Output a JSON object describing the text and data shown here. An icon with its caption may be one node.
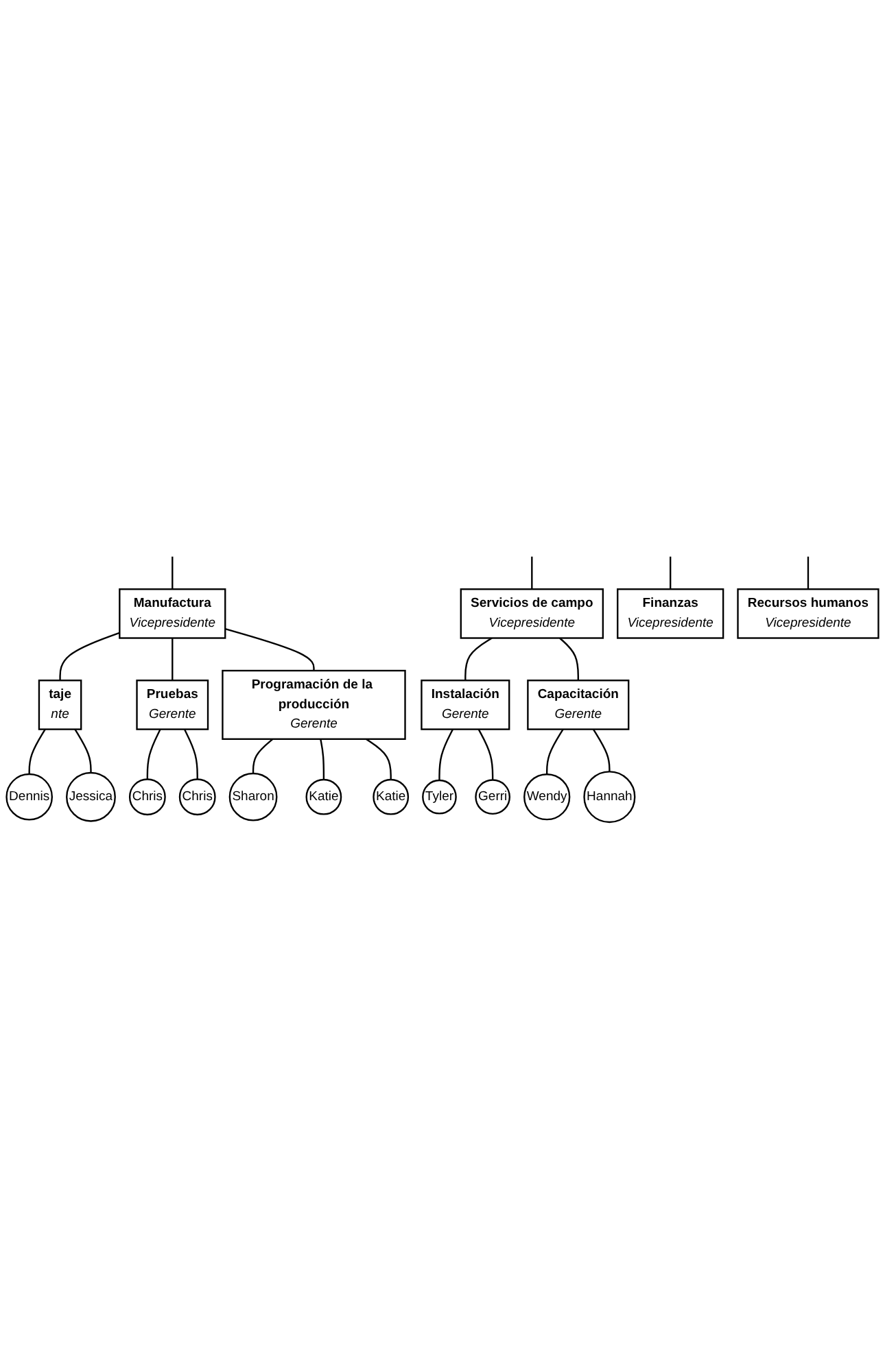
{
  "diagram": {
    "nodes": [
      {
        "text": [
          "Finanzas",
          "Vicepresidente"
        ]
      },
      {
        "text": [
          "Recursos humanos",
          "Vicepresidente"
        ]
      },
      {
        "text": [
          "Manufactura",
          "Vicepresidente"
        ]
      },
      {
        "text": [
          "Servicios de campo",
          "Vicepresidente"
        ]
      },
      {
        "text": [
          "taje",
          "nte"
        ]
      },
      {
        "text": [
          "Pruebas",
          "Gerente"
        ]
      },
      {
        "text": [
          "Programación de la producción",
          "Gerente"
        ]
      },
      {
        "text": [
          "Instalación",
          "Gerente"
        ]
      },
      {
        "text": [
          "Capacitación",
          "Gerente"
        ]
      },
      {
        "text": [
          "Dennis"
        ]
      },
      {
        "text": [
          "Chris"
        ]
      },
      {
        "text": [
          "Sharon"
        ]
      },
      {
        "text": [
          "Tyler"
        ]
      },
      {
        "text": [
          "Jessica"
        ]
      },
      {
        "text": [
          "Chris"
        ]
      },
      {
        "text": [
          "Katie"
        ]
      },
      {
        "text": [
          "Gerri"
        ]
      },
      {
        "text": [
          "Wendy"
        ]
      },
      {
        "text": [
          "Katie"
        ]
      },
      {
        "text": [
          "Hannah"
        ]
      }
    ],
    "edges": [
      {
        "from": null,
        "to": 0,
        "arrow": "none"
      },
      {
        "from": null,
        "to": 1,
        "arrow": "none"
      },
      {
        "from": null,
        "to": 2,
        "arrow": "none"
      },
      {
        "from": null,
        "to": 3,
        "arrow": "none"
      },
      {
        "from": 2,
        "to": 4,
        "arrow": "none"
      },
      {
        "from": 2,
        "to": 5,
        "arrow": "none"
      },
      {
        "from": 2,
        "to": 6,
        "arrow": "none"
      },
      {
        "from": 3,
        "to": 7,
        "arrow": "none"
      },
      {
        "from": 3,
        "to": 8,
        "arrow": "none"
      },
      {
        "from": 4,
        "to": 9,
        "arrow": "none"
      },
      {
        "from": 4,
        "to": 13,
        "arrow": "none"
      },
      {
        "from": 5,
        "to": 10,
        "arrow": "none"
      },
      {
        "from": 5,
        "to": 14,
        "arrow": "none"
      },
      {
        "from": 6,
        "to": 11,
        "arrow": "none"
      },
      {
        "from": 6,
        "to": 15,
        "arrow": "none"
      },
      {
        "from": 6,
        "to": 18,
        "arrow": "none"
      },
      {
        "from": 7,
        "to": 12,
        "arrow": "none"
      },
      {
        "from": 7,
        "to": 16,
        "arrow": "none"
      },
      {
        "from": 8,
        "to": 17,
        "arrow": "none"
      },
      {
        "from": 8,
        "to": 19,
        "arrow": "none"
      }
    ]
  }
}
